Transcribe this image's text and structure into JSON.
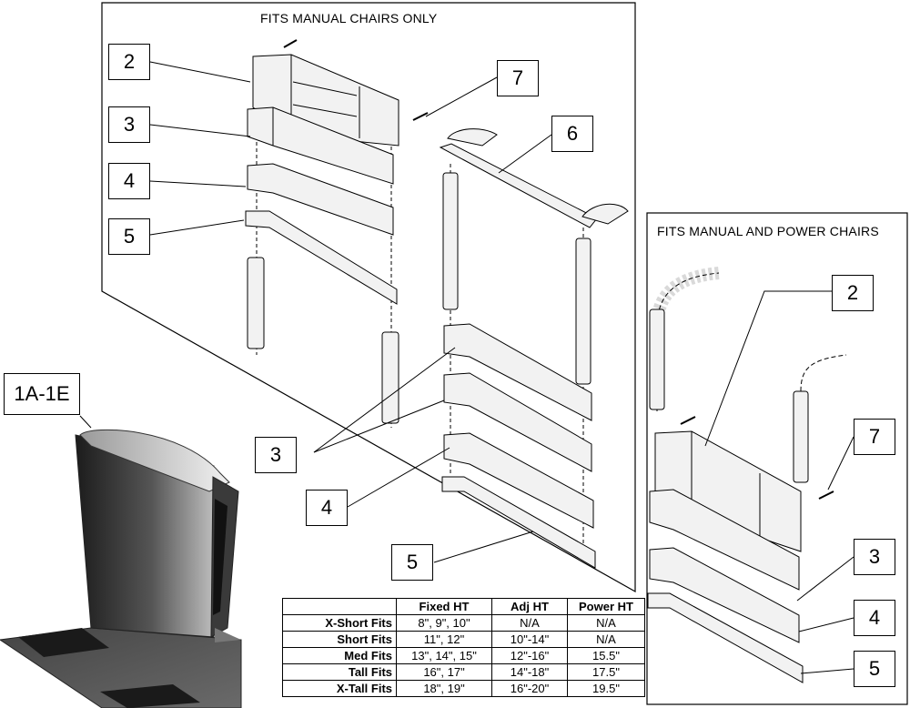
{
  "panels": {
    "manual_only_title": "FITS MANUAL CHAIRS ONLY",
    "manual_power_title": "FITS MANUAL AND POWER CHAIRS"
  },
  "callouts": {
    "label_1": "1A-1E",
    "label_2": "2",
    "label_3": "3",
    "label_4": "4",
    "label_5": "5",
    "label_6": "6",
    "label_7": "7"
  },
  "fits_table": {
    "headers": [
      "",
      "Fixed HT",
      "Adj HT",
      "Power HT"
    ],
    "rows": [
      [
        "X-Short Fits",
        "8\", 9\", 10\"",
        "N/A",
        "N/A"
      ],
      [
        "Short Fits",
        "11\", 12\"",
        "10\"-14\"",
        "N/A"
      ],
      [
        "Med Fits",
        "13\", 14\", 15\"",
        "12\"-16\"",
        "15.5\""
      ],
      [
        "Tall Fits",
        "16\", 17\"",
        "14\"-18\"",
        "17.5\""
      ],
      [
        "X-Tall Fits",
        "18\", 19\"",
        "16\"-20\"",
        "19.5\""
      ]
    ]
  },
  "colors": {
    "line": "#000000",
    "cushion_dark": "#2a2a2a",
    "cushion_light": "#cfcfcf",
    "part_fill": "#f2f2f2"
  }
}
